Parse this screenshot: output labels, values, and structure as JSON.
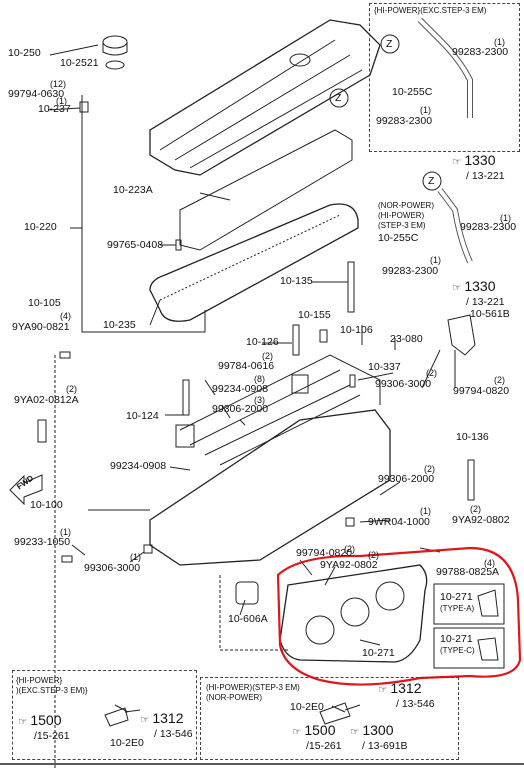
{
  "labels": {
    "p10250": "10-250",
    "p102521": "10-2521",
    "q12": "(12)",
    "p99794_0630": "99794-0630",
    "q1a": "(1)",
    "p10237": "10-237",
    "p10223A": "10-223A",
    "p10220": "10-220",
    "p99765": "99765-0408",
    "p10235": "10-235",
    "p10105": "10-105",
    "q4a": "(4)",
    "p9YA90": "9YA90-0821",
    "q2a": "(2)",
    "p9YA02_0812A": "9YA02-0812A",
    "p10124": "10-124",
    "p10126": "10-126",
    "p10155": "10-155",
    "p10106": "10-106",
    "p23080": "23-080",
    "p10337": "10-337",
    "q2b": "(2)",
    "p99784": "99784-0616",
    "q8": "(8)",
    "p99234a": "99234-0908",
    "q3": "(3)",
    "p99306_2000a": "99306-2000",
    "q2c": "(2)",
    "p99306_3000a": "99306-3000",
    "p99234b": "99234-0908",
    "q2d": "(2)",
    "p99306_2000b": "99306-2000",
    "q1b": "(1)",
    "p9WR04": "9WR04-1000",
    "p10100": "10-100",
    "q1c": "(1)",
    "p99233": "99233-1050",
    "q1d": "(1)",
    "p99306_3000b": "99306-3000",
    "p10135": "10-135",
    "p10561B": "10-561B",
    "q2e": "(2)",
    "p99794_0820a": "99794-0820",
    "p10136": "10-136",
    "q2f": "(2)",
    "p9YA92_a": "9YA92-0802",
    "q4b": "(4)",
    "p99788": "99788-0825A",
    "q2g": "(2)",
    "p99794_0820b": "99794-0820",
    "q2h": "(2)",
    "p9YA92_b": "9YA92-0802",
    "p10606A": "10-606A",
    "p10271": "10-271",
    "t271a1": "10-271",
    "t271a2": "(TYPE-A)",
    "t271c1": "10-271",
    "t271c2": "(TYPE-C)",
    "fwd": "FWD",
    "zA": "Z",
    "zB": "Z",
    "zC": "Z"
  },
  "boxes": {
    "topright_title": "{HI-POWER}(EXC.STEP-3 EM)",
    "tr_q1a": "(1)",
    "tr_99283a": "99283-2300",
    "tr_10255C": "10-255C",
    "tr_q1b": "(1)",
    "tr_99283b": "99283-2300",
    "tr_ref1330": "1330",
    "tr_ref13221": "/ 13-221",
    "mid_title1": "(NOR-POWER)",
    "mid_title2": "(HI-POWER)",
    "mid_title3": "(STEP-3 EM)",
    "mid_q1a": "(1)",
    "mid_99283a": "99283-2300",
    "mid_10255C": "10-255C",
    "mid_q1b": "(1)",
    "mid_99283b": "99283-2300",
    "mid_ref1330": "1330",
    "mid_ref13221": "/ 13-221",
    "bl_title1": "{HI-POWER}",
    "bl_title2": ")(EXC.STEP-3 EM)}",
    "bl_ref1500": "1500",
    "bl_ref15261": "/15-261",
    "bl_ref1312": "1312",
    "bl_ref13546": "/ 13-546",
    "bl_part": "10-2E0",
    "br_title1": "(HI-POWER)(STEP-3 EM)",
    "br_title2": "(NOR-POWER)",
    "br_part": "10-2E0",
    "br_ref1312": "1312",
    "br_ref13546": "/ 13-546",
    "br_ref1500": "1500",
    "br_ref15261": "/15-261",
    "br_ref1300": "1300",
    "br_ref13691B": "/ 13-691B"
  },
  "colors": {
    "highlight": "#e0161b",
    "line": "#222222"
  }
}
